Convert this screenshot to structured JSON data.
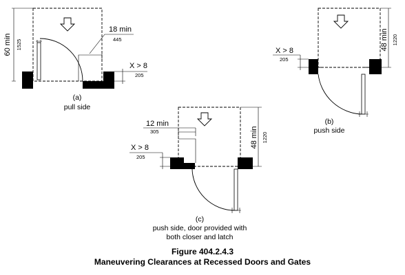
{
  "diagram_a": {
    "height_label": "60 min",
    "height_metric": "1525",
    "width_label": "18 min",
    "width_metric": "445",
    "depth_label": "X > 8",
    "depth_metric": "205",
    "letter": "(a)",
    "caption": "pull side"
  },
  "diagram_b": {
    "height_label": "48 min",
    "height_metric": "1220",
    "depth_label": "X > 8",
    "depth_metric": "205",
    "letter": "(b)",
    "caption": "push side"
  },
  "diagram_c": {
    "height_label": "48 min",
    "height_metric": "1220",
    "width_label": "12 min",
    "width_metric": "305",
    "depth_label": "X > 8",
    "depth_metric": "205",
    "letter": "(c)",
    "caption_line1": "push side, door provided with",
    "caption_line2": "both closer and latch"
  },
  "figure": {
    "number": "Figure 404.2.4.3",
    "title": "Maneuvering Clearances at Recessed Doors and Gates"
  }
}
